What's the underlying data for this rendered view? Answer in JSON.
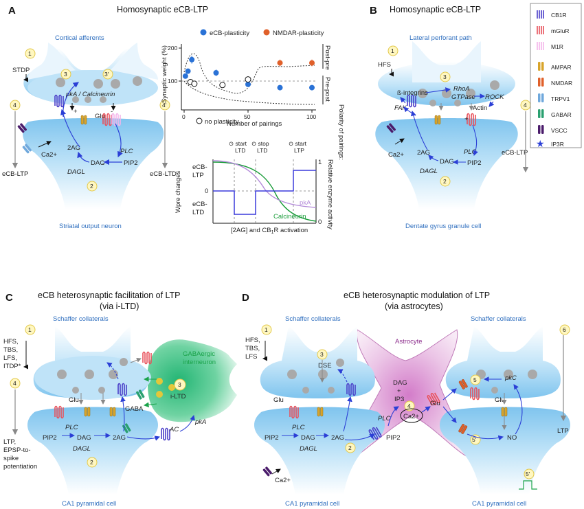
{
  "colors": {
    "neuron_blue": "#9fd4f3",
    "astro_purple": "#e6b9e3",
    "green_cell": "#3fc08a",
    "arrow_blue": "#2b3fd6",
    "eCB_plasticity": "#2a72d6",
    "NMDAR_plasticity": "#e0602a",
    "pkA_curve": "#b38ad9",
    "calcineurin_curve": "#1a9c3a",
    "wpre_curve": "#3a3adc"
  },
  "panelA": {
    "label": "A",
    "title": "Homosynaptic eCB-LTP",
    "pre_name": "Cortical afferents",
    "post_name": "Striatal output neuron",
    "stim": "STDP",
    "kinases": "pkA / Calcineurin",
    "plus": "+",
    "minus": "-",
    "glu": "Glu",
    "ca": "Ca2+",
    "twoag": "2AG",
    "dag": "DAG",
    "pip2": "PIP2",
    "plc": "PLC",
    "dagl": "DAGL",
    "left_out": "eCB-LTP",
    "right_out": "eCB-LTD",
    "n1": "1",
    "n2": "2",
    "n3": "3",
    "n3p": "3'",
    "n4": "4",
    "n4p": "4'"
  },
  "chart1": {
    "legend_ecb": "eCB-plasticity",
    "legend_nmdar": "NMDAR-plasticity",
    "legend_none": "no plasticity",
    "ylabel": "Synaptic weight (%)",
    "xlabel": "Number of pairings",
    "right_title": "Polarity of pairings:",
    "right_post": "Post-pre",
    "right_pre": "Pre-post",
    "yticks": [
      "200",
      "100"
    ],
    "xticks": [
      "0",
      "50",
      "100"
    ]
  },
  "chart2": {
    "ylabel": "Wpre changes",
    "y_top": "eCB-\nLTP",
    "y_zero": "0",
    "y_bot": "eCB-\nLTD",
    "xlabel": "[2AG] and CB1R activation",
    "right_label": "Relative enzyme activity",
    "r1": "1",
    "r0": "0",
    "start_ltd": "start\nLTD",
    "stop_ltd": "stop\nLTD",
    "start_ltp": "start\nLTP",
    "pka": "pkA",
    "calcineurin": "Calcineurin"
  },
  "panelB": {
    "label": "B",
    "title": "Homosynaptic eCB-LTP",
    "pre_name": "Lateral perforant path",
    "post_name": "Dentate gyrus granule cell",
    "stim": "HFS",
    "integrins": "ß-integrins",
    "rhoa": "RhoA",
    "gtpase": "GTPase",
    "rock": "ROCK",
    "fak": "FAK",
    "actin": "Actin",
    "plus": "+",
    "ca": "Ca2+",
    "twoag": "2AG",
    "dag": "DAG",
    "pip2": "PIP2",
    "plc": "PLC",
    "dagl": "DAGL",
    "out": "eCB-LTP",
    "n1": "1",
    "n2": "2",
    "n3": "3",
    "n4": "4"
  },
  "legend": {
    "items": [
      {
        "label": "CB1R",
        "color": "#4a3ec8",
        "kind": "coil"
      },
      {
        "label": "mGluR",
        "color": "#e8505a",
        "kind": "coil"
      },
      {
        "label": "M1R",
        "color": "#f4b5ea",
        "kind": "coil"
      },
      {
        "label": "AMPAR",
        "color": "#d8a42a",
        "kind": "bar"
      },
      {
        "label": "NMDAR",
        "color": "#e0602a",
        "kind": "bar"
      },
      {
        "label": "TRPV1",
        "color": "#6fa8dc",
        "kind": "bar"
      },
      {
        "label": "GABAR",
        "color": "#2aa070",
        "kind": "bar"
      },
      {
        "label": "VSCC",
        "color": "#4b1c6b",
        "kind": "bar"
      },
      {
        "label": "IP3R",
        "color": "#2b3fd6",
        "kind": "star"
      }
    ]
  },
  "panelC": {
    "label": "C",
    "title1": "eCB heterosynaptic  facilitation of LTP",
    "title2": "(via i-LTD)",
    "pre_name": "Schaffer collaterals",
    "post_name": "CA1 pyramidal cell",
    "stim": [
      "HFS,",
      "TBS,",
      "LFS,",
      "ITDP*"
    ],
    "interneuron": [
      "GABAergic",
      "interneuron"
    ],
    "glu": "Glu",
    "gaba": "GABA",
    "iltd": "i-LTD",
    "ac": "AC",
    "pka": "pkA",
    "pip2": "PIP2",
    "plc": "PLC",
    "dag": "DAG",
    "dagl": "DAGL",
    "twoag": "2AG",
    "out": [
      "LTP,",
      "EPSP-to-",
      "spike",
      "potentiation"
    ],
    "n1": "1",
    "n2": "2",
    "n3": "3",
    "n4": "4"
  },
  "panelD": {
    "label": "D",
    "title1": "eCB heterosynaptic modulation of LTP",
    "title2": "(via astrocytes)",
    "pre_name_left": "Schaffer collaterals",
    "pre_name_right": "Schaffer collaterals",
    "post_name_left": "CA1 pyramidal cell",
    "post_name_right": "CA1 pyramidal cell",
    "astrocyte": "Astrocyte",
    "stim": [
      "HFS,",
      "TBS,",
      "LFS"
    ],
    "dse": "DSE",
    "glu_l": "Glu",
    "glu_r": "Glu",
    "glu_a": "Glu",
    "dag_ip3": [
      "DAG",
      "+",
      "IP3"
    ],
    "ca_a": "Ca2+",
    "plc_a": "PLC",
    "pip2_a": "PIP2",
    "pip2": "PIP2",
    "plc": "PLC",
    "dag": "DAG",
    "dagl": "DAGL",
    "twoag": "2AG",
    "ca": "Ca2+",
    "pkc": "pkC",
    "no": "NO",
    "out": "LTP",
    "n1": "1",
    "n2": "2",
    "n3": "3",
    "n4": "4",
    "n5": "5",
    "n5p": "5'",
    "n5p2": "5'",
    "n6": "6"
  }
}
